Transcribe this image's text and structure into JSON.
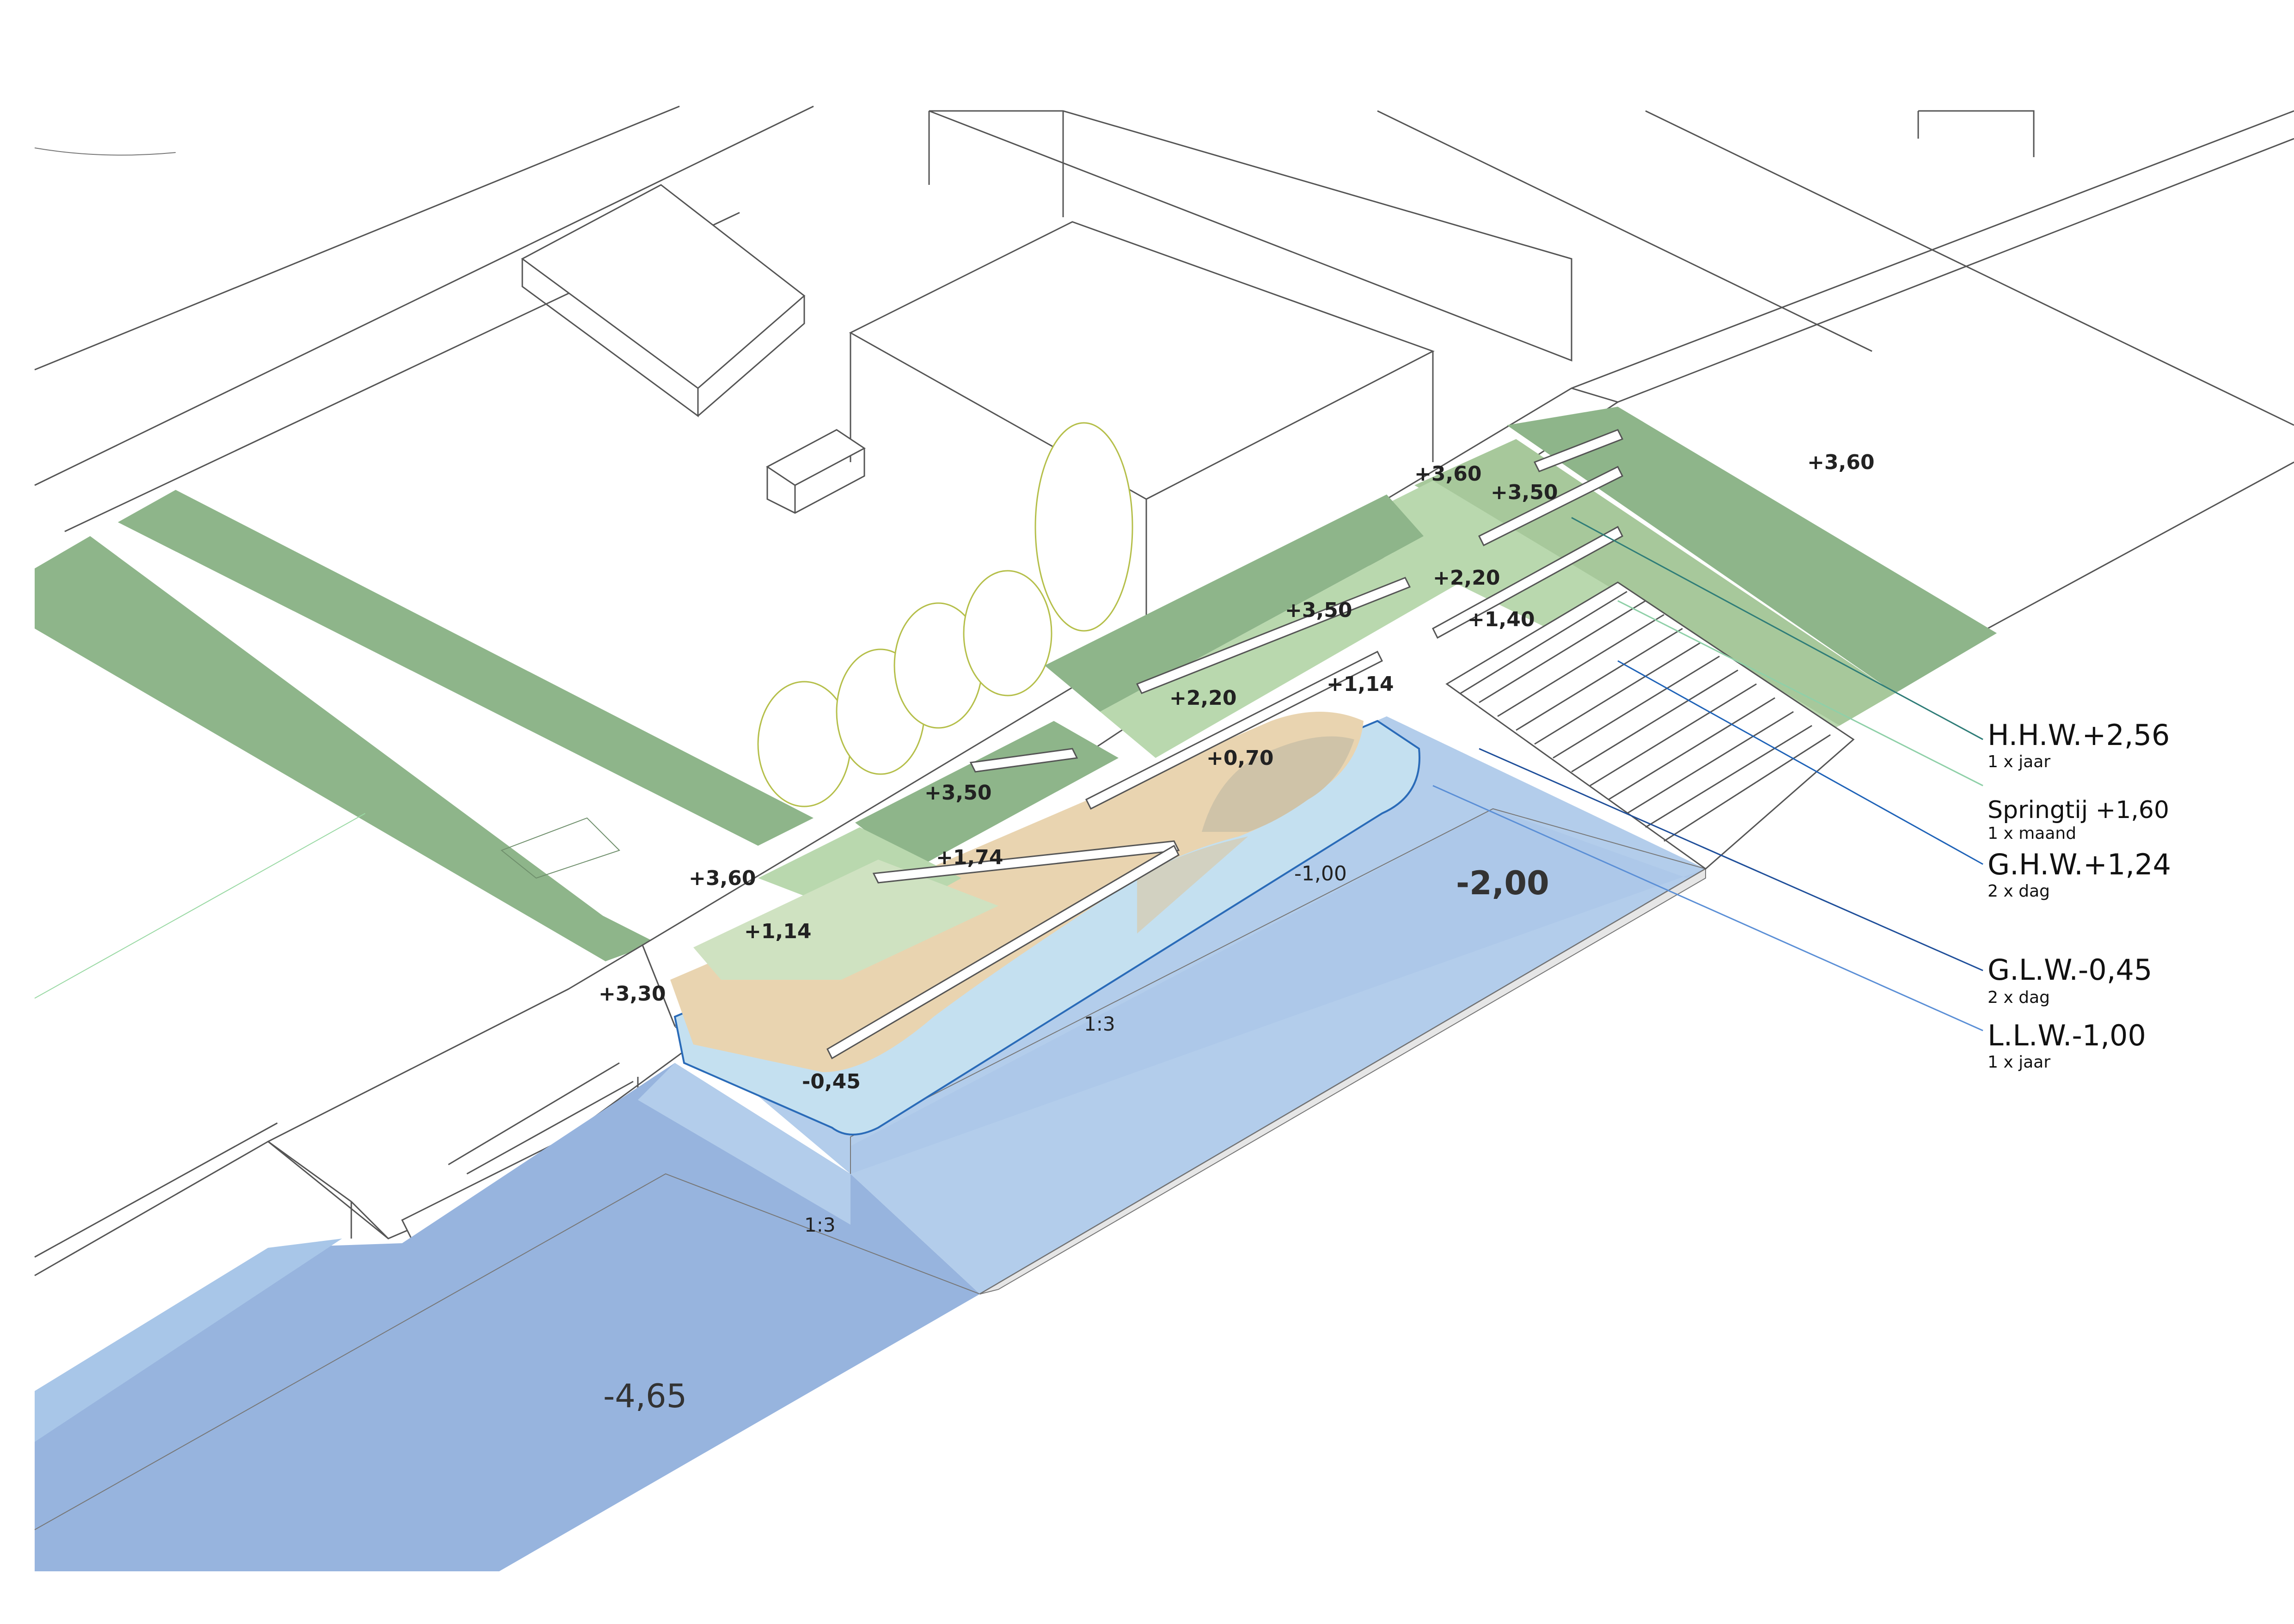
{
  "levels": {
    "top_right": "+3,60",
    "top_row": "+3,60",
    "row_350_right": "+3,50",
    "row_220_right": "+2,20",
    "row_140": "+1,40",
    "row_350_mid": "+3,50",
    "row_114_mid": "+1,14",
    "row_220_mid": "+2,20",
    "row_070": "+0,70",
    "row_350_left": "+3,50",
    "row_174": "+1,74",
    "quay_360": "+3,60",
    "row_114_left": "+1,14",
    "quay_330": "+3,30",
    "min_045": "-0,45",
    "min_100": "-1,00",
    "basin_200": "-2,00",
    "channel_465": "-4,65"
  },
  "slopes": {
    "upper": "1:3",
    "lower": "1:3"
  },
  "legend": [
    {
      "label": "H.H.W.+2,56",
      "frequency": "1 x jaar",
      "color": "#2f7d78"
    },
    {
      "label": "Springtij +1,60",
      "frequency": "1 x maand",
      "color": "#8fd0a8"
    },
    {
      "label": "G.H.W.+1,24",
      "frequency": "2 x dag",
      "color": "#1f63b8"
    },
    {
      "label": "G.L.W.-0,45",
      "frequency": "2 x dag",
      "color": "#1f4f9a"
    },
    {
      "label": "L.L.W.-1,00",
      "frequency": "1 x jaar",
      "color": "#5b8fd6"
    }
  ],
  "colors": {
    "grass": "#8eb58a",
    "grass_light": "#b9d8ae",
    "sand": "#e9d4b0",
    "mud": "#cfc3a8",
    "water_shallow": "#c4e0f0",
    "water_mid": "#b3cdeb",
    "water_deep": "#97b4de"
  }
}
